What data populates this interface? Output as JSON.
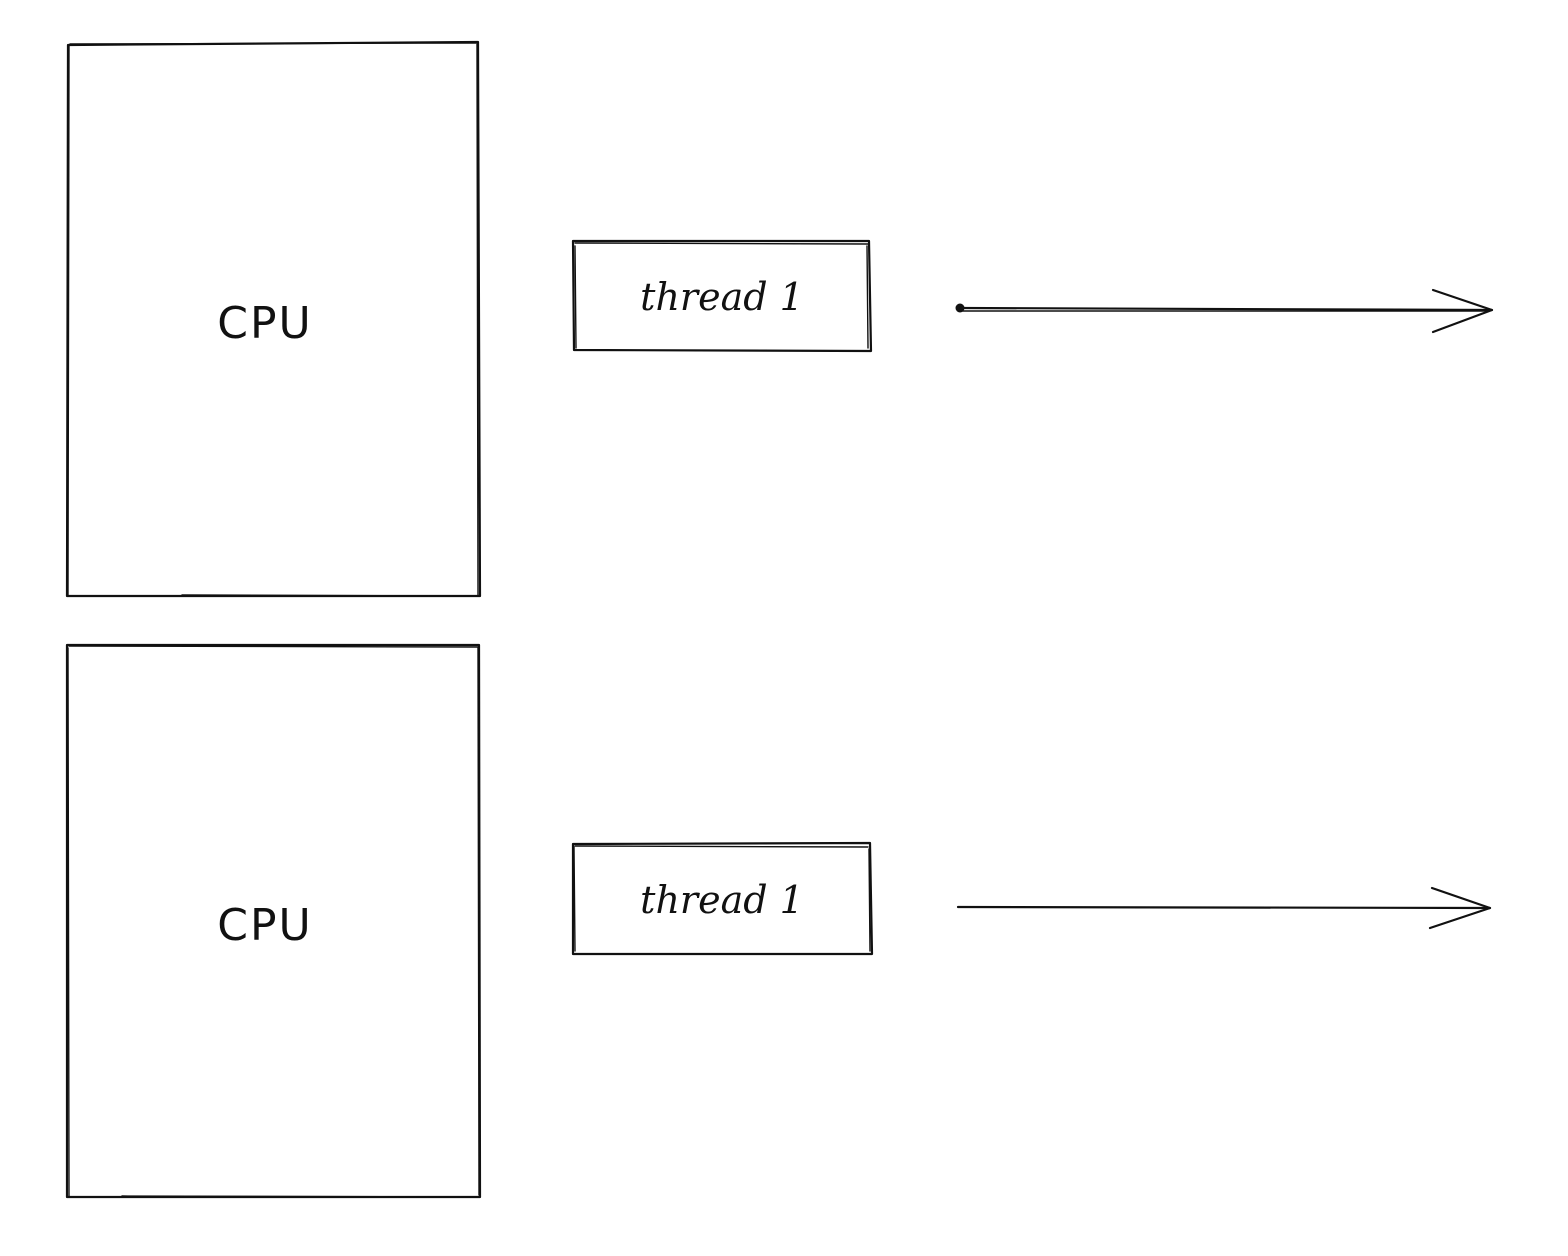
{
  "diagram": {
    "rows": [
      {
        "cpu_label": "CPU",
        "thread_label": "thread 1",
        "arrow_start_dot": true
      },
      {
        "cpu_label": "CPU",
        "thread_label": "thread 1",
        "arrow_start_dot": false
      }
    ],
    "colors": {
      "stroke": "#111111",
      "background": "#ffffff"
    }
  }
}
